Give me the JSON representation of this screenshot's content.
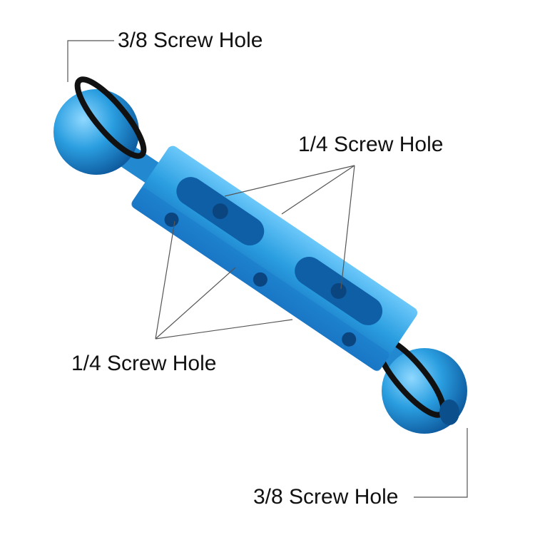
{
  "labels": {
    "top_left": "3/8 Screw Hole",
    "top_right": "1/4 Screw Hole",
    "bottom_left": "1/4 Screw Hole",
    "bottom_right": "3/8 Screw Hole"
  },
  "colors": {
    "metal": "#2a9ee0",
    "metal_dark": "#1166b0",
    "metal_light": "#7fd0ff",
    "oring": "#111111",
    "leader": "#555555"
  }
}
